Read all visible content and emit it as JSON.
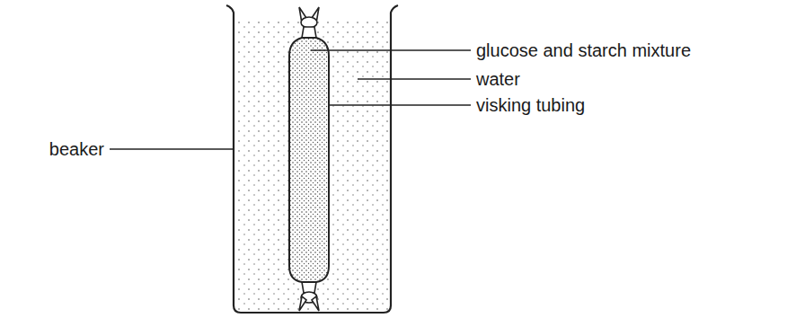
{
  "diagram": {
    "labels": [
      "glucose and starch mixture",
      "water",
      "visking tubing",
      "beaker"
    ]
  }
}
